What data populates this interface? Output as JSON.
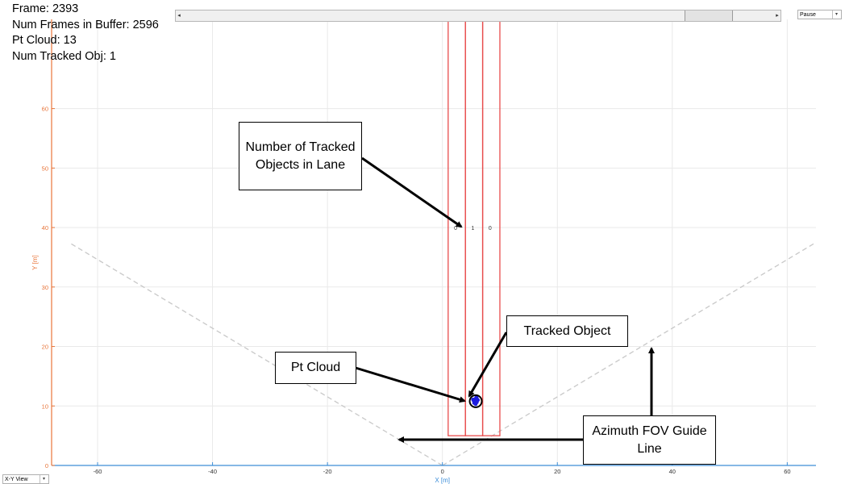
{
  "stats": {
    "frame": "Frame: 2393",
    "num_frames": "Num Frames in Buffer: 2596",
    "pt_cloud": "Pt Cloud: 13",
    "num_tracked": "Num Tracked Obj: 1"
  },
  "controls": {
    "playback_select": "Pause",
    "view_select": "X-Y View",
    "scroll_left_arrow": "◂",
    "scroll_right_arrow": "▸",
    "dropdown_arrow": "▾",
    "frame_slider_fraction": 0.922
  },
  "chart_data": {
    "type": "scatter",
    "xlabel": "X [m]",
    "ylabel": "Y [m]",
    "xlim": [
      -68,
      65
    ],
    "ylim": [
      0,
      75
    ],
    "x_ticks": [
      -60,
      -40,
      -20,
      0,
      20,
      40,
      60
    ],
    "y_ticks": [
      0,
      10,
      20,
      30,
      40,
      50,
      60
    ],
    "grid": true,
    "fov_lines": [
      {
        "x": [
          0,
          -65
        ],
        "y": [
          0,
          37.5
        ]
      },
      {
        "x": [
          0,
          65
        ],
        "y": [
          0,
          37.5
        ]
      }
    ],
    "lanes": [
      {
        "x_min": 1,
        "x_max": 4,
        "y_min": 5,
        "y_max": 75
      },
      {
        "x_min": 4,
        "x_max": 7,
        "y_min": 5,
        "y_max": 75
      },
      {
        "x_min": 7,
        "x_max": 10,
        "y_min": 5,
        "y_max": 75
      }
    ],
    "lane_counts": [
      {
        "x": 2.3,
        "y": 40,
        "label": "0"
      },
      {
        "x": 5.3,
        "y": 40,
        "label": "1"
      },
      {
        "x": 8.3,
        "y": 40,
        "label": "0"
      }
    ],
    "point_cloud": [
      {
        "x": 5.4,
        "y": 10.9
      },
      {
        "x": 5.7,
        "y": 11.2
      },
      {
        "x": 6.0,
        "y": 10.6
      },
      {
        "x": 5.8,
        "y": 10.3
      },
      {
        "x": 5.5,
        "y": 10.5
      },
      {
        "x": 6.2,
        "y": 11.0
      },
      {
        "x": 5.9,
        "y": 11.5
      },
      {
        "x": 5.6,
        "y": 10.8
      },
      {
        "x": 6.1,
        "y": 10.9
      },
      {
        "x": 5.3,
        "y": 11.1
      },
      {
        "x": 5.8,
        "y": 10.7
      },
      {
        "x": 6.0,
        "y": 11.3
      },
      {
        "x": 5.7,
        "y": 10.4
      }
    ],
    "tracked_objects": [
      {
        "x": 5.8,
        "y": 10.8
      }
    ],
    "colors": {
      "axis": "#e8753a",
      "x_axis": "#3d8ed8",
      "grid": "#e9e9e9",
      "lane": "#e84c4c",
      "fov": "#c8c8c8",
      "points": "#1c1ce0",
      "tracked": "#000000"
    }
  },
  "annotations": {
    "lane_count": "Number of Tracked Objects in Lane",
    "tracked_object": "Tracked Object",
    "pt_cloud": "Pt Cloud",
    "fov": "Azimuth FOV Guide Line"
  }
}
